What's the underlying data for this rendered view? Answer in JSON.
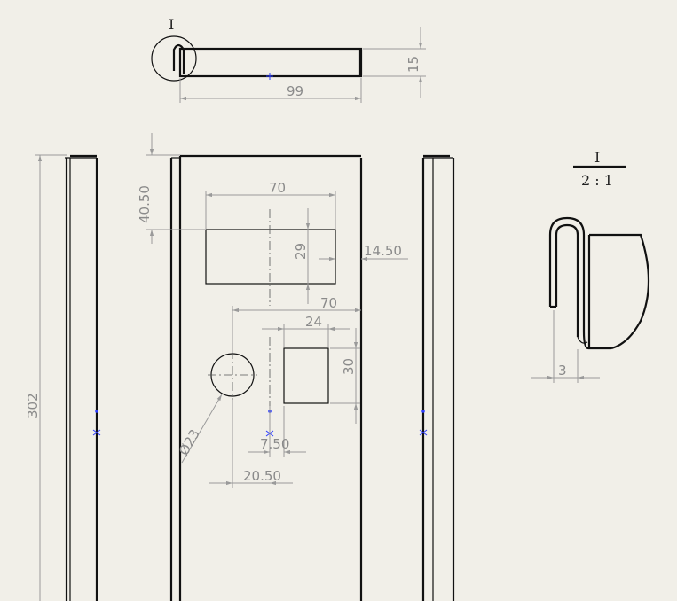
{
  "detail": {
    "callout": "I",
    "title": "I",
    "scale": "2 : 1"
  },
  "dimensions": {
    "top_length": "99",
    "top_height": "15",
    "total_height": "302",
    "top_offset": "40.50",
    "slot_width": "70",
    "slot_height": "29",
    "slot_right_offset": "14.50",
    "hole_span": "70",
    "square_width": "24",
    "square_height": "30",
    "hole_diameter": "Ø23",
    "small_offset": "7.50",
    "hole_offset": "20.50",
    "detail_thickness": "3"
  },
  "colors": {
    "paper": "#f1efe8",
    "line": "#111111",
    "dimension": "#8a8a8a",
    "marker": "#2b3cff"
  }
}
